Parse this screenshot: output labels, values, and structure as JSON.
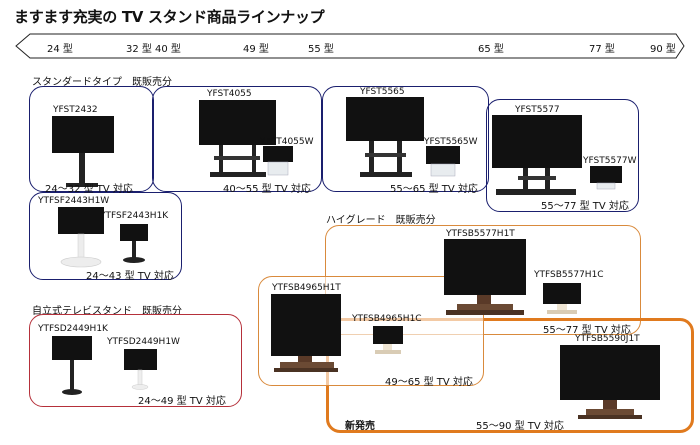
{
  "title": "ますます充実の TV スタンド商品ラインナップ",
  "scale_ticks": [
    "24 型",
    "32 型",
    "40 型",
    "49 型",
    "55 型",
    "65 型",
    "77 型",
    "90 型"
  ],
  "categories": {
    "standard": "スタンダードタイプ　既販売分",
    "high_grade": "ハイグレード　既販売分",
    "freestanding": "自立式テレビスタンド　既販売分"
  },
  "groups": {
    "yfst2432": {
      "models": [
        "YFST2432"
      ],
      "range": "24～32 型 TV 対応"
    },
    "yfst4055": {
      "models": [
        "YFST4055",
        "YFST4055W"
      ],
      "range": "40～55 型 TV 対応"
    },
    "yfst5565": {
      "models": [
        "YFST5565",
        "YFST5565W"
      ],
      "range": "55～65 型 TV 対応"
    },
    "yfst5577": {
      "models": [
        "YFST5577",
        "YFST5577W"
      ],
      "range": "55～77 型 TV 対応"
    },
    "ytfsf2443": {
      "models": [
        "YTFSF2443H1W",
        "YTFSF2443H1K"
      ],
      "range": "24～43 型 TV 対応"
    },
    "ytfsb5577": {
      "models": [
        "YTFSB5577H1T",
        "YTFSB5577H1C"
      ],
      "range": "55～77 型 TV 対応"
    },
    "ytfsb4965": {
      "models": [
        "YTFSB4965H1T",
        "YTFSB4965H1C"
      ],
      "range": "49～65 型 TV 対応"
    },
    "ytfsb5590": {
      "models": [
        "YTFSB5590J1T"
      ],
      "range": "55～90 型 TV 対応",
      "badge": "新発売"
    },
    "ytfsd2449": {
      "models": [
        "YTFSD2449H1K",
        "YTFSD2449H1W"
      ],
      "range": "24～49 型 TV 対応"
    }
  }
}
